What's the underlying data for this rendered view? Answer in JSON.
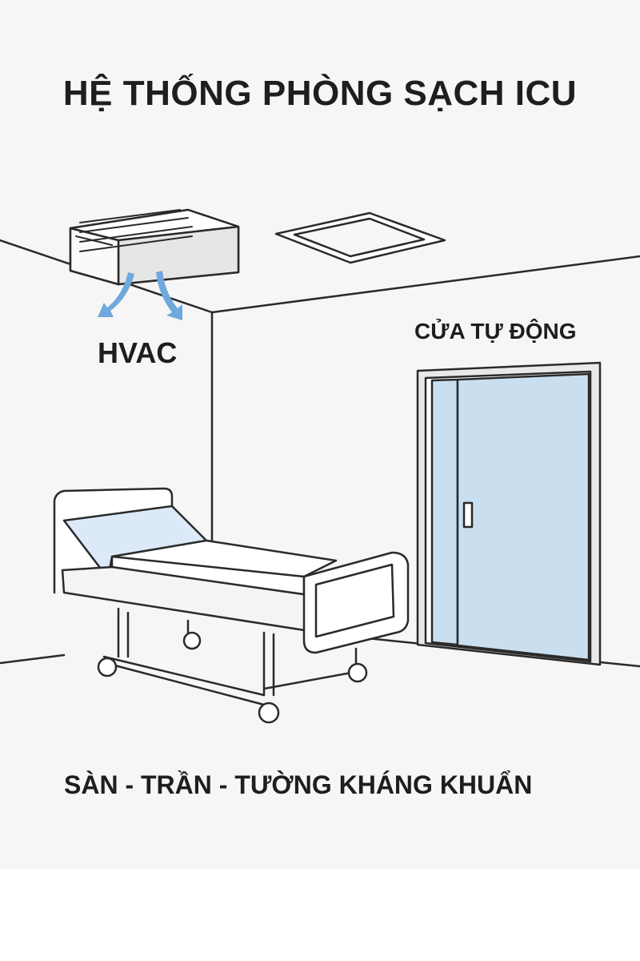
{
  "title": "HỆ THỐNG PHÒNG SẠCH ICU",
  "labels": {
    "hvac": "HVAC",
    "door": "CỬA TỰ ĐỘNG",
    "surfaces": "SÀN - TRẦN - TƯỜNG KHÁNG KHUẨN"
  },
  "colors": {
    "airflow": "#6fa8dc",
    "door_glass": "#c9dff0",
    "mattress": "#dbe9f8",
    "line": "#2a2a2a"
  }
}
